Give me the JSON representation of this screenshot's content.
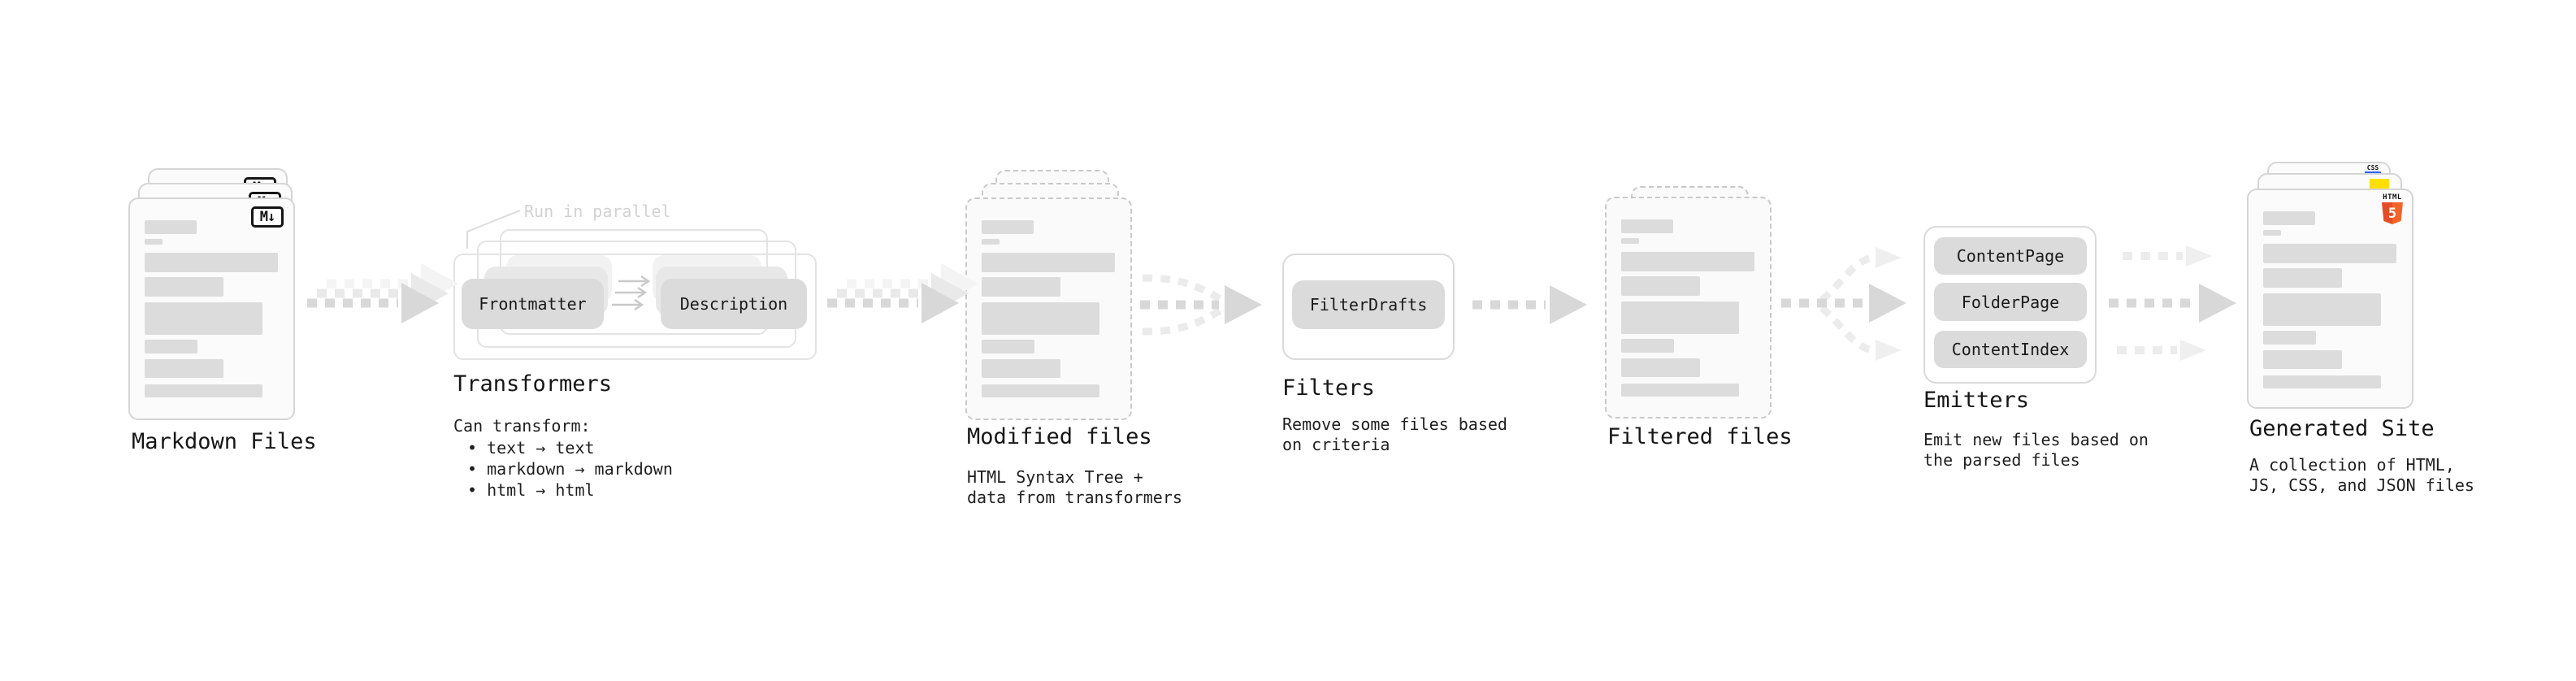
{
  "diagram": {
    "markdown": {
      "label": "Markdown Files",
      "badge": "M↓"
    },
    "transformers": {
      "label": "Transformers",
      "annotation": "Run in parallel",
      "left_badge": "Frontmatter",
      "right_badge": "Description",
      "desc": "Can transform:",
      "bullets": {
        "b1": "• text → text",
        "b2": "• markdown → markdown",
        "b3": "• html → html"
      }
    },
    "modified": {
      "label": "Modified files",
      "desc1": "HTML Syntax Tree +",
      "desc2": "data from transformers"
    },
    "filters": {
      "label": "Filters",
      "badge": "FilterDrafts",
      "desc1": "Remove some files based",
      "desc2": "on criteria"
    },
    "filtered": {
      "label": "Filtered files"
    },
    "emitters": {
      "label": "Emitters",
      "badge1": "ContentPage",
      "badge2": "FolderPage",
      "badge3": "ContentIndex",
      "desc1": "Emit new files based on",
      "desc2": "the parsed files"
    },
    "generated": {
      "label": "Generated Site",
      "desc1": "A collection of HTML,",
      "desc2": "JS, CSS, and JSON files",
      "css_label": "CSS",
      "html_label": "HTML",
      "html_number": "5"
    }
  },
  "colors": {
    "skeleton_bar": "#dcdcdc",
    "badge_gray": "#dbdbdb",
    "arrow_gray": "#d8d8d8",
    "css_blue": "#2962ff",
    "js_yellow": "#ffdf00",
    "html_orange": "#f16529",
    "html_orange_dark": "#e44d26"
  }
}
